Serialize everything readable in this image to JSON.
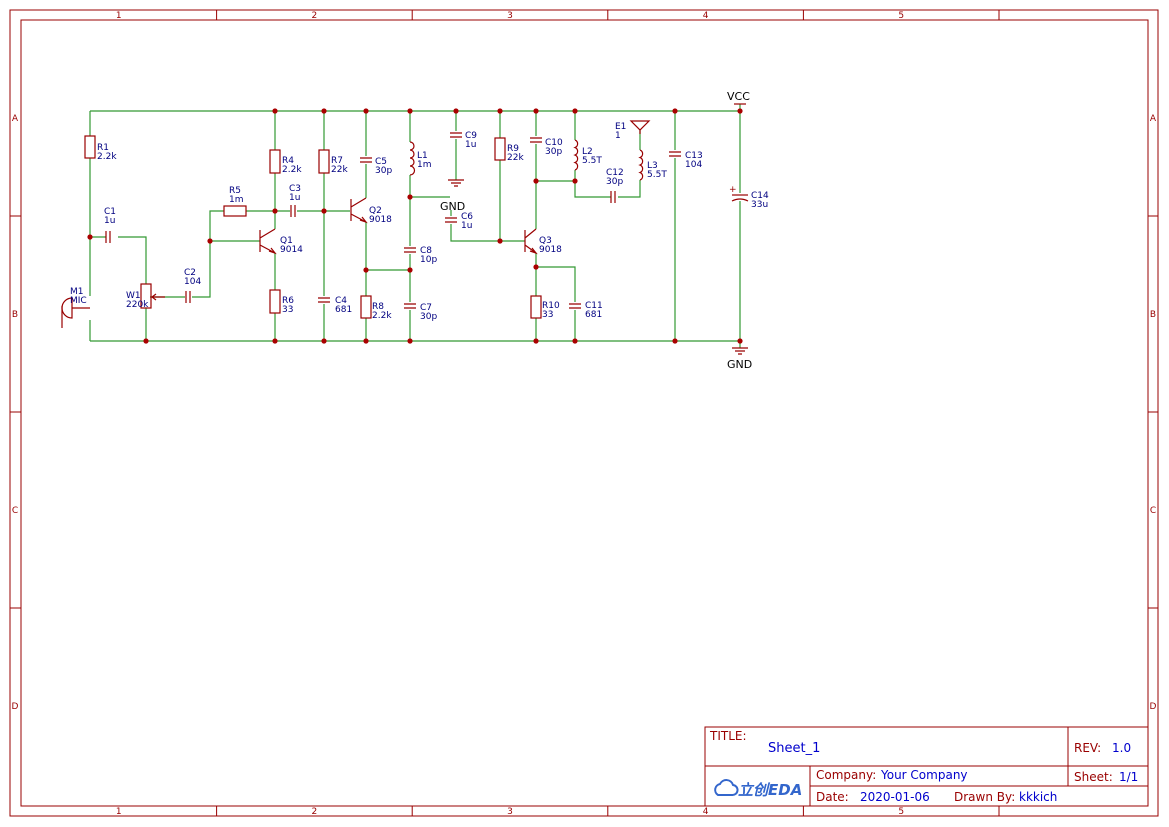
{
  "frame": {
    "columns": [
      "1",
      "2",
      "3",
      "4",
      "5"
    ],
    "rows": [
      "A",
      "B",
      "C",
      "D"
    ]
  },
  "title_block": {
    "title_caption": "TITLE:",
    "title_value": "Sheet_1",
    "rev_caption": "REV:",
    "rev_value": "1.0",
    "company_caption": "Company:",
    "company_value": "Your Company",
    "sheet_caption": "Sheet:",
    "sheet_value": "1/1",
    "date_caption": "Date:",
    "date_value": "2020-01-06",
    "drawn_caption": "Drawn By:",
    "drawn_value": "kkkich",
    "logo_text": "立创EDA"
  },
  "nets": {
    "vcc": "VCC",
    "gnd": "GND"
  },
  "components": {
    "R1": [
      "R1",
      "2.2k"
    ],
    "C1": [
      "C1",
      "1u"
    ],
    "M1": [
      "M1",
      "MIC"
    ],
    "W1": [
      "W1",
      "220k"
    ],
    "C2": [
      "C2",
      "104"
    ],
    "R5": [
      "R5",
      "1m"
    ],
    "R4": [
      "R4",
      "2.2k"
    ],
    "Q1": [
      "Q1",
      "9014"
    ],
    "R6": [
      "R6",
      "33"
    ],
    "C3": [
      "C3",
      "1u"
    ],
    "R7": [
      "R7",
      "22k"
    ],
    "C4": [
      "C4",
      "681"
    ],
    "C5": [
      "C5",
      "30p"
    ],
    "Q2": [
      "Q2",
      "9018"
    ],
    "R8": [
      "R8",
      "2.2k"
    ],
    "L1": [
      "L1",
      "1m"
    ],
    "C8": [
      "C8",
      "10p"
    ],
    "C7": [
      "C7",
      "30p"
    ],
    "C9": [
      "C9",
      "1u"
    ],
    "C6": [
      "C6",
      "1u"
    ],
    "R9": [
      "R9",
      "22k"
    ],
    "C10": [
      "C10",
      "30p"
    ],
    "Q3": [
      "Q3",
      "9018"
    ],
    "R10": [
      "R10",
      "33"
    ],
    "C11": [
      "C11",
      "681"
    ],
    "L2": [
      "L2",
      "5.5T"
    ],
    "E1": [
      "E1",
      "1"
    ],
    "L3": [
      "L3",
      "5.5T"
    ],
    "C12": [
      "C12",
      "30p"
    ],
    "C13": [
      "C13",
      "104"
    ],
    "C14": [
      "C14",
      "33u"
    ]
  },
  "colors": {
    "border": "#990000",
    "wire": "#339933",
    "component": "#990000",
    "label": "#000080",
    "title_value": "#0000cc"
  }
}
